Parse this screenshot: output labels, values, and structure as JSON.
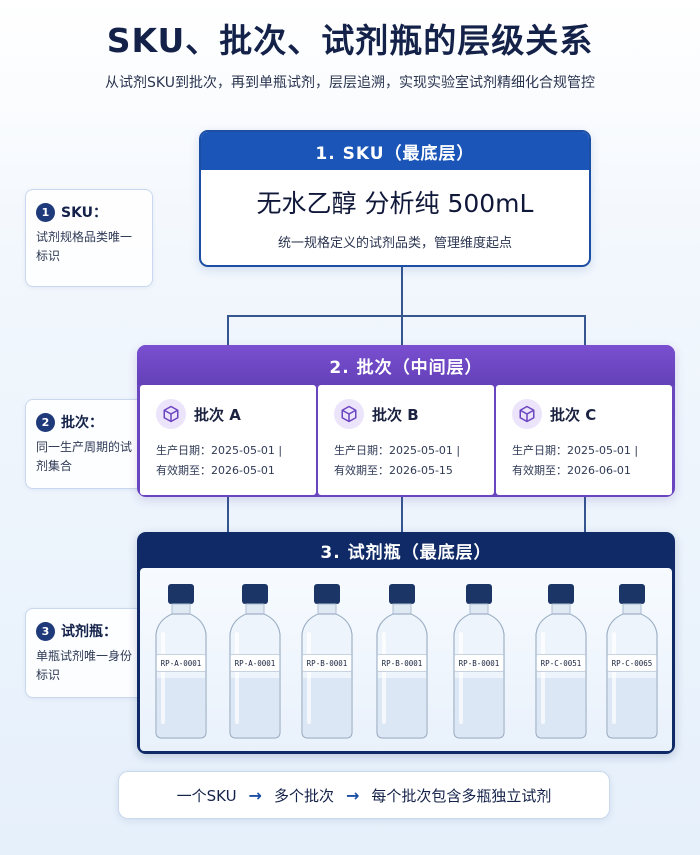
{
  "title": "SKU、批次、试剂瓶的层级关系",
  "subtitle": "从试剂SKU到批次，再到单瓶试剂，层层追溯，实现实验室试剂精细化合规管控",
  "side_notes": [
    {
      "num": "1",
      "title": "SKU：",
      "desc": "试剂规格品类唯一标识"
    },
    {
      "num": "2",
      "title": "批次：",
      "desc": "同一生产周期的试剂集合"
    },
    {
      "num": "3",
      "title": "试剂瓶：",
      "desc": "单瓶试剂唯一身份标识"
    }
  ],
  "sku": {
    "header": "1. SKU（最底层）",
    "name": "无水乙醇 分析纯 500mL",
    "desc": "统一规格定义的试剂品类，管理维度起点"
  },
  "batch_layer": {
    "header": "2. 批次（中间层）",
    "batches": [
      {
        "name": "批次 A",
        "prod": "生产日期：2025-05-01 |",
        "exp": "有效期至：2026-05-01"
      },
      {
        "name": "批次 B",
        "prod": "生产日期：2025-05-01 |",
        "exp": "有效期至：2026-05-15"
      },
      {
        "name": "批次 C",
        "prod": "生产日期：2025-05-01 |",
        "exp": "有效期至：2026-06-01"
      }
    ]
  },
  "bottle_layer": {
    "header": "3. 试剂瓶（最底层）",
    "bottles": [
      "RP-A-0001",
      "RP-A-0001",
      "RP-B-0001",
      "RP-B-0001",
      "RP-B-0001",
      "RP-C-0051",
      "RP-C-0065"
    ]
  },
  "summary": {
    "step1": "一个SKU",
    "step2": "多个批次",
    "step3": "每个批次包含多瓶独立试剂",
    "arrow": "→"
  },
  "colors": {
    "sku_blue": "#1c55b8",
    "batch_purple": "#6a45c0",
    "bottle_navy": "#0f2a66",
    "cap_navy": "#1b3566"
  },
  "icons": {
    "batch": "cube-icon",
    "summary_arrow": "arrow-right-icon"
  }
}
